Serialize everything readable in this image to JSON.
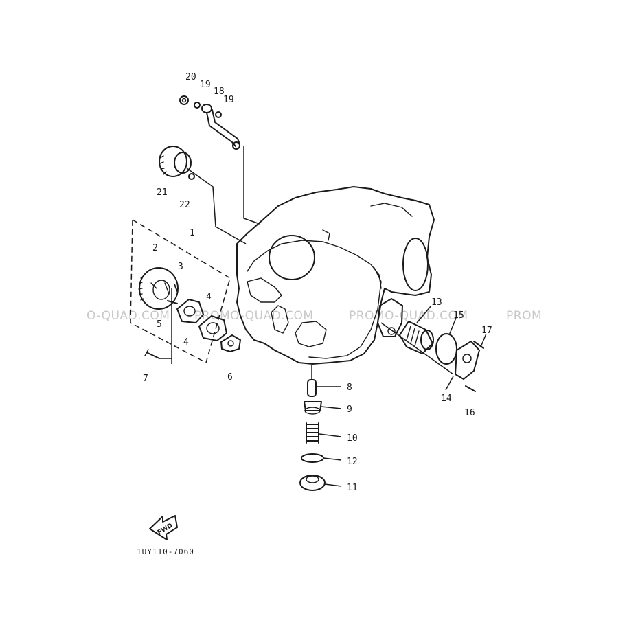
{
  "watermark": {
    "segments": [
      "O-QUAD.COM",
      "PROMO-QUAD.COM",
      "PROMO-QUAD.COM",
      "PROM"
    ]
  },
  "callouts": [
    {
      "id": "1",
      "label": "1"
    },
    {
      "id": "2",
      "label": "2"
    },
    {
      "id": "3",
      "label": "3"
    },
    {
      "id": "4a",
      "label": "4"
    },
    {
      "id": "4b",
      "label": "4"
    },
    {
      "id": "5",
      "label": "5"
    },
    {
      "id": "6",
      "label": "6"
    },
    {
      "id": "7",
      "label": "7"
    },
    {
      "id": "8",
      "label": "8"
    },
    {
      "id": "9",
      "label": "9"
    },
    {
      "id": "10",
      "label": "10"
    },
    {
      "id": "11",
      "label": "11"
    },
    {
      "id": "12",
      "label": "12"
    },
    {
      "id": "13",
      "label": "13"
    },
    {
      "id": "14",
      "label": "14"
    },
    {
      "id": "15",
      "label": "15"
    },
    {
      "id": "16",
      "label": "16"
    },
    {
      "id": "17",
      "label": "17"
    },
    {
      "id": "18",
      "label": "18"
    },
    {
      "id": "19a",
      "label": "19"
    },
    {
      "id": "19b",
      "label": "19"
    },
    {
      "id": "20",
      "label": "20"
    },
    {
      "id": "21",
      "label": "21"
    },
    {
      "id": "22",
      "label": "22"
    }
  ],
  "fwd_label": "FWD",
  "diagram_code": "1UY110-7060"
}
